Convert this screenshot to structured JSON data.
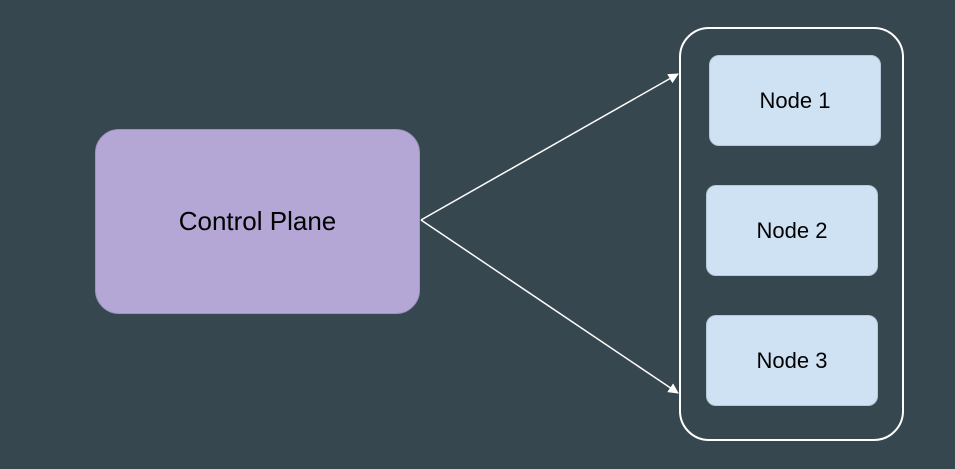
{
  "diagram": {
    "control_plane": {
      "label": "Control Plane",
      "fill": "#b4a7d6"
    },
    "nodes": [
      {
        "label": "Node 1",
        "fill": "#cfe2f3"
      },
      {
        "label": "Node 2",
        "fill": "#cfe2f3"
      },
      {
        "label": "Node 3",
        "fill": "#cfe2f3"
      }
    ],
    "background": "#37474f",
    "connector_color": "#ffffff",
    "connections": [
      {
        "from": "Control Plane",
        "to": "Node 1"
      },
      {
        "from": "Control Plane",
        "to": "Node 3"
      }
    ]
  }
}
